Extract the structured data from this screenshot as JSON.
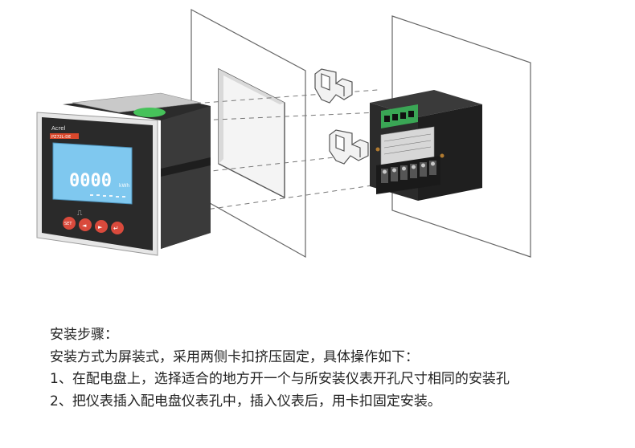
{
  "meter": {
    "brand": "Acrel",
    "model_label": "PZ72L-DE",
    "display_value": "0000",
    "display_unit": "kWh",
    "buttons": [
      "SET",
      "◄",
      "►",
      "↵"
    ],
    "pulse_symbol": "⎍"
  },
  "instructions": {
    "heading": "安装步骤：",
    "method": "安装方式为屏装式，采用两侧卡扣挤压固定，具体操作如下：",
    "steps": [
      "1、在配电盘上，选择适合的地方开一个与所安装仪表开孔尺寸相同的安装孔",
      "2、把仪表插入配电盘仪表孔中，插入仪表后，用卡扣固定安装。"
    ]
  },
  "colors": {
    "meter_body": "#2b2b2b",
    "lcd_backlight": "#7fc8ef",
    "button_red": "#d94a3c",
    "terminal_green": "#3aa655",
    "panel_line": "#666666",
    "text": "#222222"
  }
}
